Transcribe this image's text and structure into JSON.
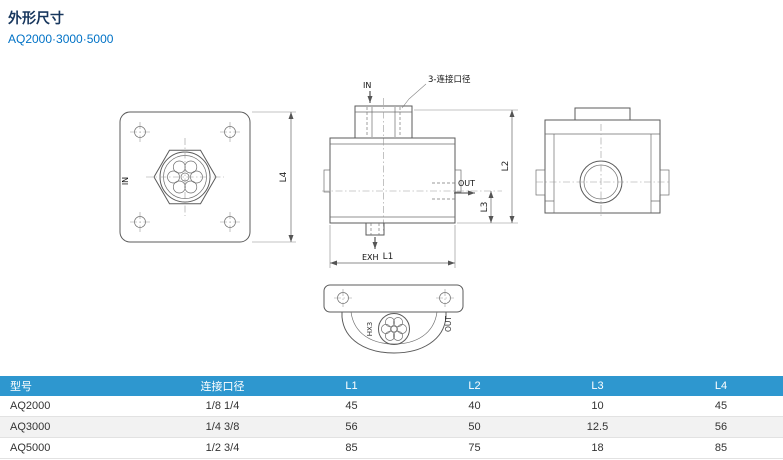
{
  "page": {
    "title": "外形尺寸",
    "subtitle": "AQ2000·3000·5000"
  },
  "drawings": {
    "front_view": {
      "in_label": "IN",
      "l4_label": "L4"
    },
    "side_view": {
      "in_label": "IN",
      "port_note": "3-连接口径",
      "out_label": "OUT",
      "exh_label": "EXH",
      "l1_label": "L1",
      "l2_label": "L2",
      "l3_label": "L3"
    },
    "bottom_view": {
      "out_label": "OUT",
      "hx_label": "HX3"
    }
  },
  "table": {
    "headers": [
      "型号",
      "连接口径",
      "L1",
      "L2",
      "L3",
      "L4"
    ],
    "rows": [
      [
        "AQ2000",
        "1/8 1/4",
        "45",
        "40",
        "10",
        "45"
      ],
      [
        "AQ3000",
        "1/4 3/8",
        "56",
        "50",
        "12.5",
        "56"
      ],
      [
        "AQ5000",
        "1/2 3/4",
        "85",
        "75",
        "18",
        "85"
      ]
    ]
  },
  "colors": {
    "title": "#17365d",
    "subtitle": "#0072c6",
    "table_header_bg": "#2e97cf",
    "table_header_text": "#ffffff",
    "row_alt_bg": "#f2f2f2",
    "drawing_line": "#5b5b5b"
  }
}
